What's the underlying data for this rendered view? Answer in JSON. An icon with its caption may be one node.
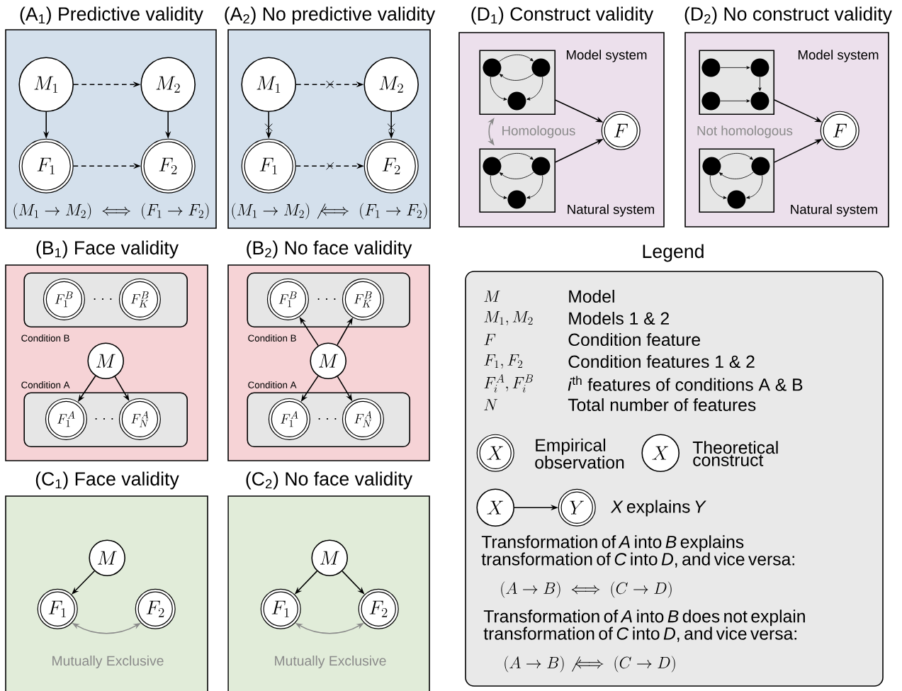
{
  "diagram": {
    "nodes": [
      {
        "text": [
          "(A$_{1}$) Predictive validity",
          "(M_1 \\to M_2) \\iff (F_1 \\to F_2)"
        ]
      },
      {
        "text": [
          "M_1"
        ],
        "in": 0
      },
      {
        "text": [
          "M_2"
        ],
        "in": 0
      },
      {
        "text": [
          "F_1"
        ],
        "in": 0
      },
      {
        "text": [
          "F_2"
        ],
        "in": 0
      },
      {
        "text": [
          "(A$_{2}$) No predictive validity",
          "(M_1 \\to M_2) \\not\\iff (F_1 \\to F_2)"
        ]
      },
      {
        "text": [
          "M_1"
        ],
        "in": 5
      },
      {
        "text": [
          "M_2"
        ],
        "in": 5
      },
      {
        "text": [
          "F_1"
        ],
        "in": 5
      },
      {
        "text": [
          "F_2"
        ],
        "in": 5
      },
      {
        "text": [
          "(D$_{1}$) Construct validity"
        ]
      },
      {
        "text": [],
        "shape": "box",
        "in": 10,
        "beside": [
          "Model system"
        ]
      },
      {
        "text": [],
        "shape": "circle",
        "in": 11
      },
      {
        "text": [],
        "shape": "circle",
        "in": 11
      },
      {
        "text": [],
        "shape": "circle",
        "in": 11
      },
      {
        "text": [
          "F"
        ],
        "in": 10
      },
      {
        "text": [],
        "shape": "box",
        "in": 10,
        "beside": [
          "Natural system"
        ]
      },
      {
        "text": [],
        "shape": "circle",
        "in": 16
      },
      {
        "text": [],
        "shape": "circle",
        "in": 16
      },
      {
        "text": [],
        "shape": "circle",
        "in": 16
      },
      {
        "text": [
          "(D$_{2}$) No construct validity"
        ]
      },
      {
        "text": [],
        "shape": "box",
        "in": 20,
        "beside": [
          "Model system"
        ]
      },
      {
        "text": [],
        "shape": "circle",
        "in": 21
      },
      {
        "text": [],
        "shape": "circle",
        "in": 21
      },
      {
        "text": [],
        "shape": "circle",
        "in": 21
      },
      {
        "text": [],
        "shape": "circle",
        "in": 21
      },
      {
        "text": [
          "F"
        ],
        "in": 20
      },
      {
        "text": [],
        "shape": "box",
        "in": 20,
        "beside": [
          "Natural system"
        ]
      },
      {
        "text": [],
        "shape": "circle",
        "in": 27
      },
      {
        "text": [],
        "shape": "circle",
        "in": 27
      },
      {
        "text": [],
        "shape": "circle",
        "in": 27
      },
      {
        "text": [
          "(B$_{1}$) Face validity"
        ]
      },
      {
        "text": [],
        "shape": "box",
        "in": 31,
        "beside": [
          "Condition B"
        ]
      },
      {
        "text": [
          "F_1^B"
        ],
        "in": 32
      },
      {
        "text": [
          "F_K^B"
        ],
        "in": 32
      },
      {
        "text": [
          "M"
        ],
        "in": 31
      },
      {
        "text": [],
        "shape": "box",
        "in": 31,
        "beside": [
          "Condition A"
        ]
      },
      {
        "text": [
          "F_1^A"
        ],
        "in": 36
      },
      {
        "text": [
          "F_N^A"
        ],
        "in": 36
      },
      {
        "text": [
          "(B$_{2}$) No face validity"
        ]
      },
      {
        "text": [],
        "shape": "box",
        "in": 39,
        "beside": [
          "Condition B"
        ]
      },
      {
        "text": [
          "F_1^B"
        ],
        "in": 40
      },
      {
        "text": [
          "F_K^B"
        ],
        "in": 40
      },
      {
        "text": [
          "M"
        ],
        "in": 39
      },
      {
        "text": [],
        "shape": "box",
        "in": 39,
        "beside": [
          "Condition A"
        ]
      },
      {
        "text": [
          "F_1^A"
        ],
        "in": 44
      },
      {
        "text": [
          "F_N^A"
        ],
        "in": 44
      },
      {
        "text": [
          "Legend"
        ]
      },
      {
        "text": [
          "X"
        ],
        "in": 47,
        "beside": [
          "Empirical observation"
        ]
      },
      {
        "text": [
          "X"
        ],
        "in": 47,
        "beside": [
          "Theoretical construct"
        ]
      },
      {
        "text": [
          "X"
        ],
        "in": 47
      },
      {
        "text": [
          "Y"
        ],
        "in": 47,
        "beside": [
          "*X* explains *Y*"
        ]
      },
      {
        "text": [
          "(C$_{1}$) Face validity"
        ]
      },
      {
        "text": [
          "M"
        ],
        "in": 52
      },
      {
        "text": [
          "F_1"
        ],
        "in": 52
      },
      {
        "text": [
          "F_2"
        ],
        "in": 52
      },
      {
        "text": [
          "(C$_{2}$) No face validity"
        ]
      },
      {
        "text": [
          "M"
        ],
        "in": 56
      },
      {
        "text": [
          "F_1"
        ],
        "in": 56
      },
      {
        "text": [
          "F_2"
        ],
        "in": 56
      }
    ],
    "edges": [
      {
        "from": 1,
        "to": 2,
        "arrow": "to",
        "style": "dashed"
      },
      {
        "from": 1,
        "to": 3,
        "arrow": "to"
      },
      {
        "from": 2,
        "to": 4,
        "arrow": "to"
      },
      {
        "from": 3,
        "to": 4,
        "arrow": "to",
        "style": "dashed"
      },
      {
        "from": 6,
        "to": 7,
        "arrow": "to",
        "style": "dashed"
      },
      {
        "from": 6,
        "to": 8,
        "arrow": "to"
      },
      {
        "from": 7,
        "to": 9,
        "arrow": "to"
      },
      {
        "from": 8,
        "to": 9,
        "arrow": "to",
        "style": "dashed"
      },
      {
        "from": 12,
        "to": 13,
        "arrow": "to"
      },
      {
        "from": 13,
        "to": 12,
        "arrow": "to"
      },
      {
        "from": 12,
        "to": 14,
        "arrow": "to"
      },
      {
        "from": 13,
        "to": 14,
        "arrow": "to"
      },
      {
        "from": 11,
        "to": 15,
        "arrow": "to"
      },
      {
        "from": 16,
        "to": 15,
        "arrow": "to"
      },
      {
        "from": 17,
        "to": 18,
        "arrow": "to"
      },
      {
        "from": 18,
        "to": 17,
        "arrow": "to"
      },
      {
        "from": 17,
        "to": 19,
        "arrow": "to"
      },
      {
        "from": 18,
        "to": 19,
        "arrow": "to"
      },
      {
        "from": 11,
        "to": 16,
        "arrow": "both",
        "label": "Homologous",
        "color": "#8a8a8a"
      },
      {
        "from": 22,
        "to": 23,
        "arrow": "to"
      },
      {
        "from": 23,
        "to": 25,
        "arrow": "to"
      },
      {
        "from": 24,
        "to": 25,
        "arrow": "to"
      },
      {
        "from": 21,
        "to": 26,
        "arrow": "to"
      },
      {
        "from": 27,
        "to": 26,
        "arrow": "to"
      },
      {
        "from": 28,
        "to": 29,
        "arrow": "to"
      },
      {
        "from": 29,
        "to": 28,
        "arrow": "to"
      },
      {
        "from": 28,
        "to": 30,
        "arrow": "to"
      },
      {
        "from": 29,
        "to": 30,
        "arrow": "to"
      },
      {
        "from": 35,
        "to": 37,
        "arrow": "to"
      },
      {
        "from": 35,
        "to": 38,
        "arrow": "to"
      },
      {
        "from": 43,
        "to": 41,
        "arrow": "to"
      },
      {
        "from": 43,
        "to": 42,
        "arrow": "to"
      },
      {
        "from": 43,
        "to": 45,
        "arrow": "to"
      },
      {
        "from": 43,
        "to": 46,
        "arrow": "to"
      },
      {
        "from": 50,
        "to": 51,
        "arrow": "to"
      },
      {
        "from": 53,
        "to": 54,
        "arrow": "to"
      },
      {
        "from": 54,
        "to": 55,
        "arrow": "both",
        "label": "Mutually Exclusive",
        "color": "#8a8a8a"
      },
      {
        "from": 57,
        "to": 58,
        "arrow": "to"
      },
      {
        "from": 57,
        "to": 59,
        "arrow": "to"
      },
      {
        "from": 58,
        "to": 59,
        "arrow": "both",
        "label": "Mutually Exclusive",
        "color": "#8a8a8a"
      }
    ],
    "labels": [
      "Not homologous",
      "· · ·",
      "· · ·",
      "· · ·",
      "· · ·",
      "M",
      "Model",
      "M_1, M_2",
      "Models 1 & 2",
      "F",
      "Condition feature",
      "F_1, F_2",
      "Condition features 1 & 2",
      "F_i^A, F_i^B",
      "*i*$^{th}$ features of conditions A & B",
      "N",
      "Total number of features",
      "Transformation of *A* into *B* explains transformation of *C* into *D*, and vice versa:",
      "(A \\to B) \\iff (C \\to D)",
      "Transformation of *A* into *B* does not explain transformation of *C* into *D*, and vice versa:",
      "(A \\to B) \\not\\iff (C \\to D)"
    ]
  }
}
